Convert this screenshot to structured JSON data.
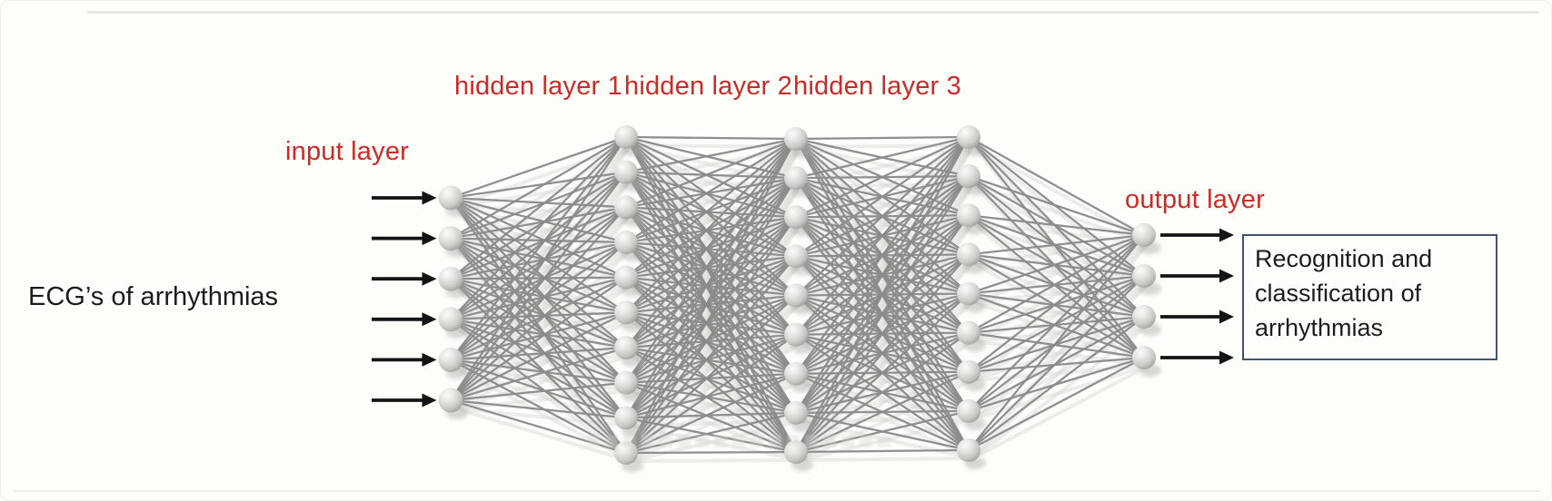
{
  "diagram": {
    "left_caption": "ECG’s of arrhythmias",
    "output_box": {
      "lines": [
        "Recognition and",
        "classification of",
        "arrhythmias"
      ]
    },
    "layers": [
      {
        "name": "input-layer",
        "label": "input layer",
        "nodes": 6
      },
      {
        "name": "hidden-layer-1",
        "label": "hidden layer 1",
        "nodes": 10
      },
      {
        "name": "hidden-layer-2",
        "label": "hidden layer 2",
        "nodes": 9
      },
      {
        "name": "hidden-layer-3",
        "label": "hidden layer 3",
        "nodes": 9
      },
      {
        "name": "output-layer",
        "label": "output layer",
        "nodes": 4
      }
    ],
    "colors": {
      "label_red": "#cc2b28",
      "text_black": "#1c1c1c",
      "connection_gray": "#8b8b89",
      "connection_shadow": "#dcdcd7",
      "arrow_black": "#141414",
      "box_border": "#44546a",
      "background": "#fdfdfa"
    }
  }
}
